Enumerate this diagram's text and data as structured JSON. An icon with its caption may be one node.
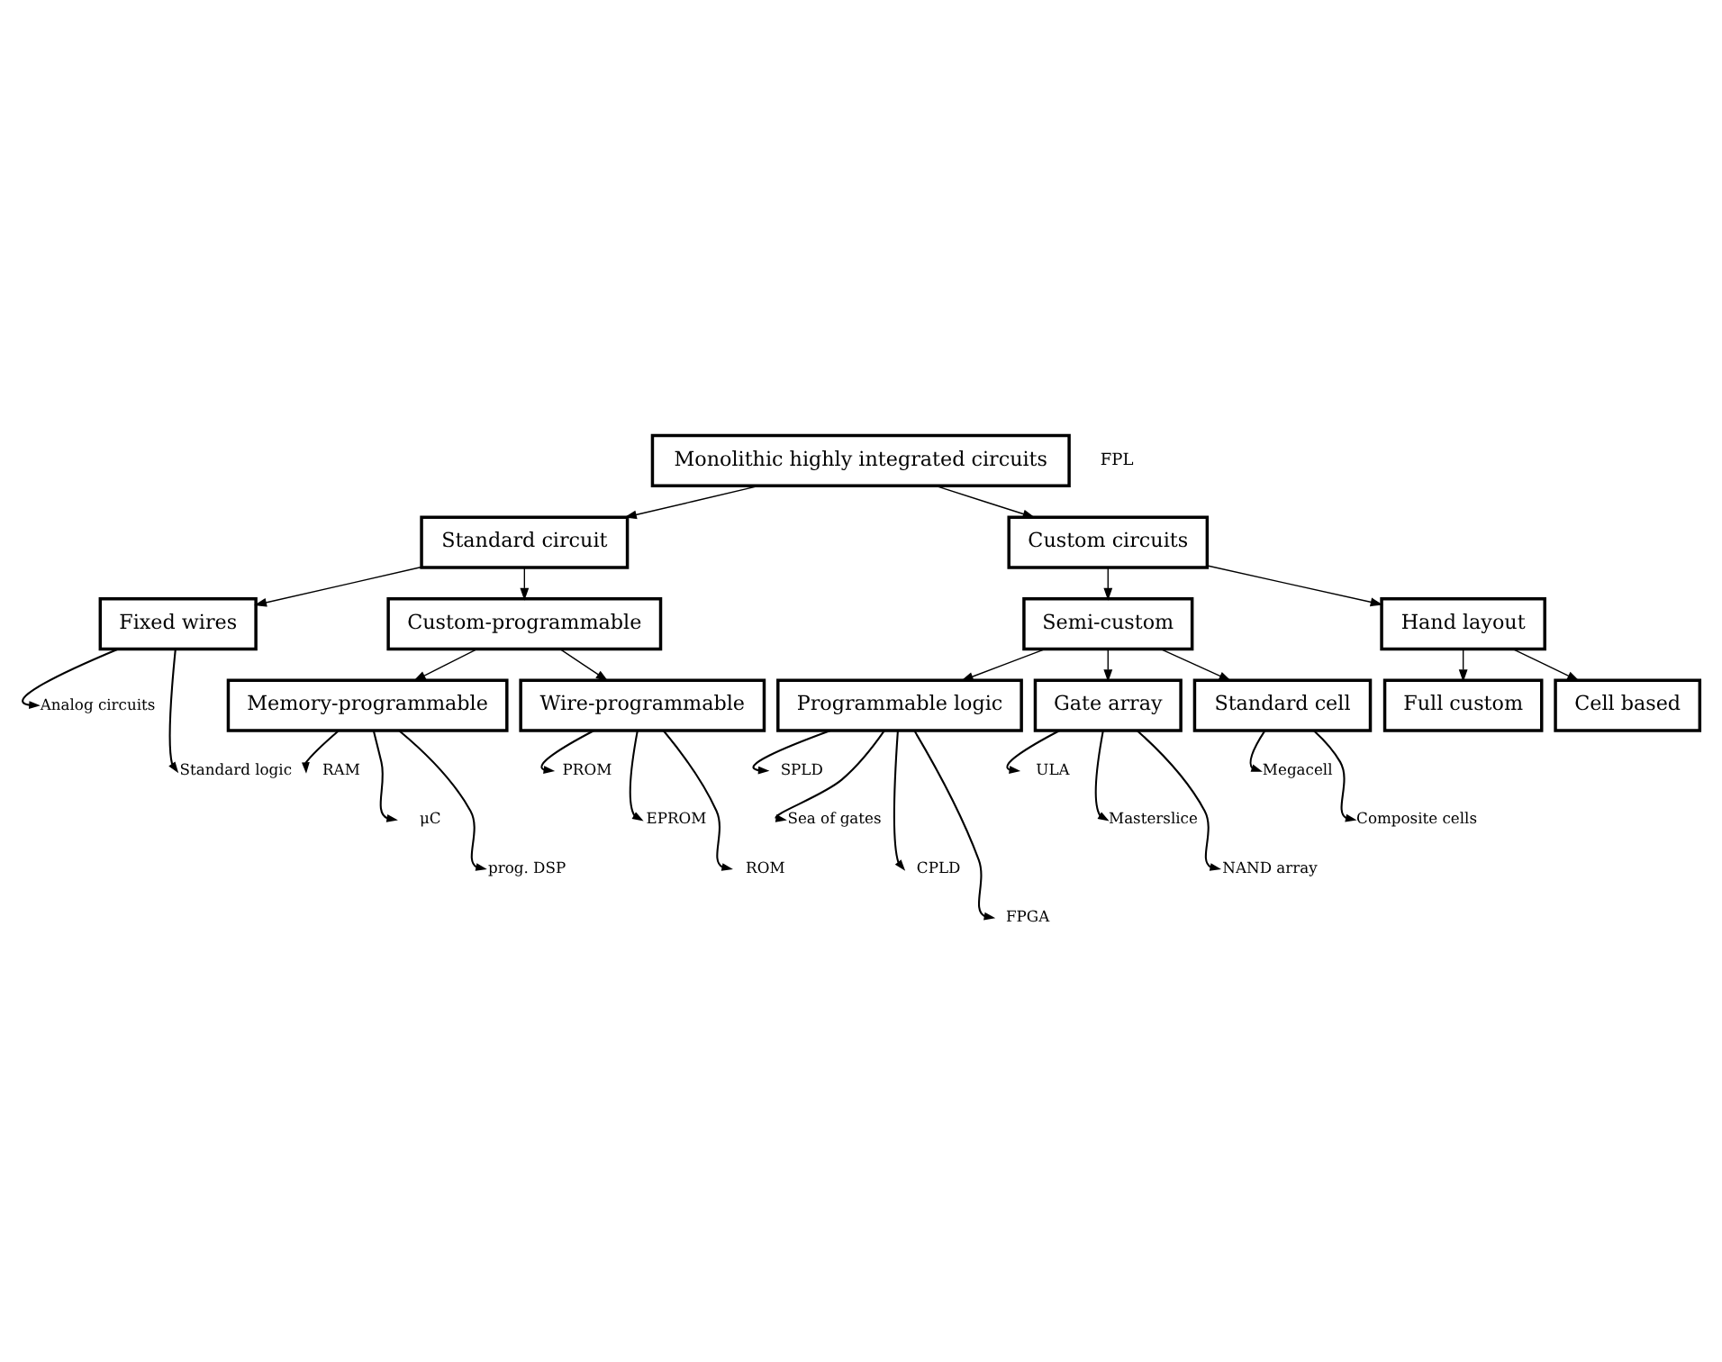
{
  "diagram": {
    "nodes": [
      {
        "text": [
          "Monolithic highly integrated circuits"
        ]
      },
      {
        "text": [
          "Standard circuit"
        ]
      },
      {
        "text": [
          "Custom circuits"
        ]
      },
      {
        "text": [
          "Fixed wires"
        ]
      },
      {
        "text": [
          "Custom-programmable"
        ]
      },
      {
        "text": [
          "Semi-custom"
        ]
      },
      {
        "text": [
          "Hand layout"
        ]
      },
      {
        "text": [
          "Memory-programmable"
        ]
      },
      {
        "text": [
          "Wire-programmable"
        ]
      },
      {
        "text": [
          "Programmable logic"
        ]
      },
      {
        "text": [
          "Gate array"
        ]
      },
      {
        "text": [
          "Standard cell"
        ]
      },
      {
        "text": [
          "Full custom"
        ]
      },
      {
        "text": [
          "Cell based"
        ]
      },
      {
        "text": [
          "Analog circuits"
        ]
      },
      {
        "text": [
          "Standard logic"
        ]
      },
      {
        "text": [
          "RAM"
        ]
      },
      {
        "text": [
          "μC"
        ]
      },
      {
        "text": [
          "prog. DSP"
        ]
      },
      {
        "text": [
          "PROM"
        ]
      },
      {
        "text": [
          "EPROM"
        ]
      },
      {
        "text": [
          "ROM"
        ]
      },
      {
        "text": [
          "SPLD"
        ]
      },
      {
        "text": [
          "Sea of gates"
        ]
      },
      {
        "text": [
          "CPLD"
        ]
      },
      {
        "text": [
          "FPGA"
        ]
      },
      {
        "text": [
          "ULA"
        ]
      },
      {
        "text": [
          "Masterslice"
        ]
      },
      {
        "text": [
          "NAND array"
        ]
      },
      {
        "text": [
          "Megacell"
        ]
      },
      {
        "text": [
          "Composite cells"
        ]
      }
    ],
    "edges": [
      {
        "from": 0,
        "to": 1,
        "arrow": "to"
      },
      {
        "from": 0,
        "to": 2,
        "arrow": "to"
      },
      {
        "from": 1,
        "to": 3,
        "arrow": "to"
      },
      {
        "from": 1,
        "to": 4,
        "arrow": "to"
      },
      {
        "from": 2,
        "to": 5,
        "arrow": "to"
      },
      {
        "from": 2,
        "to": 6,
        "arrow": "to"
      },
      {
        "from": 4,
        "to": 7,
        "arrow": "to"
      },
      {
        "from": 4,
        "to": 8,
        "arrow": "to"
      },
      {
        "from": 5,
        "to": 9,
        "arrow": "to"
      },
      {
        "from": 5,
        "to": 10,
        "arrow": "to"
      },
      {
        "from": 5,
        "to": 11,
        "arrow": "to"
      },
      {
        "from": 6,
        "to": 12,
        "arrow": "to"
      },
      {
        "from": 6,
        "to": 13,
        "arrow": "to"
      },
      {
        "from": 3,
        "to": 14,
        "arrow": "to"
      },
      {
        "from": 3,
        "to": 15,
        "arrow": "to"
      },
      {
        "from": 7,
        "to": 16,
        "arrow": "to"
      },
      {
        "from": 7,
        "to": 17,
        "arrow": "to"
      },
      {
        "from": 7,
        "to": 18,
        "arrow": "to"
      },
      {
        "from": 8,
        "to": 19,
        "arrow": "to"
      },
      {
        "from": 8,
        "to": 20,
        "arrow": "to"
      },
      {
        "from": 8,
        "to": 21,
        "arrow": "to"
      },
      {
        "from": 9,
        "to": 22,
        "arrow": "to"
      },
      {
        "from": 9,
        "to": 23,
        "arrow": "to"
      },
      {
        "from": 9,
        "to": 24,
        "arrow": "to"
      },
      {
        "from": 9,
        "to": 25,
        "arrow": "to"
      },
      {
        "from": 10,
        "to": 26,
        "arrow": "to"
      },
      {
        "from": 10,
        "to": 27,
        "arrow": "to"
      },
      {
        "from": 10,
        "to": 28,
        "arrow": "to"
      },
      {
        "from": 11,
        "to": 29,
        "arrow": "to"
      },
      {
        "from": 11,
        "to": 30,
        "arrow": "to"
      }
    ],
    "labels": [
      "FPL"
    ]
  }
}
